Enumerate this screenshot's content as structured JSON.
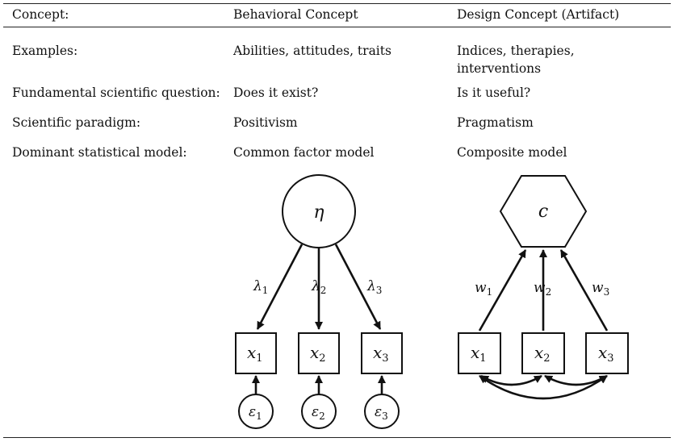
{
  "table": {
    "header": {
      "c1": "Concept:",
      "c2": "Behavioral Concept",
      "c3": "Design Concept (Artifact)"
    },
    "rows": [
      {
        "label": "Examples:",
        "behavioral": "Abilities, attitudes, traits",
        "design_line1": "Indices, therapies,",
        "design_line2": "interventions"
      },
      {
        "label": "Fundamental scientific question:",
        "behavioral": "Does it exist?",
        "design": "Is it useful?"
      },
      {
        "label": "Scientific paradigm:",
        "behavioral": "Positivism",
        "design": "Pragmatism"
      },
      {
        "label": "Dominant statistical model:",
        "behavioral": "Common factor model",
        "design": "Composite model"
      }
    ]
  },
  "factor_model": {
    "latent": "η",
    "loadings": [
      "λ",
      "λ",
      "λ"
    ],
    "loading_subs": [
      "1",
      "2",
      "3"
    ],
    "indicators": [
      "x",
      "x",
      "x"
    ],
    "indicator_subs": [
      "1",
      "2",
      "3"
    ],
    "errors": [
      "ε",
      "ε",
      "ε"
    ],
    "error_subs": [
      "1",
      "2",
      "3"
    ]
  },
  "composite_model": {
    "composite": "c",
    "weights": [
      "w",
      "w",
      "w"
    ],
    "weight_subs": [
      "1",
      "2",
      "3"
    ],
    "indicators": [
      "x",
      "x",
      "x"
    ],
    "indicator_subs": [
      "1",
      "2",
      "3"
    ]
  }
}
